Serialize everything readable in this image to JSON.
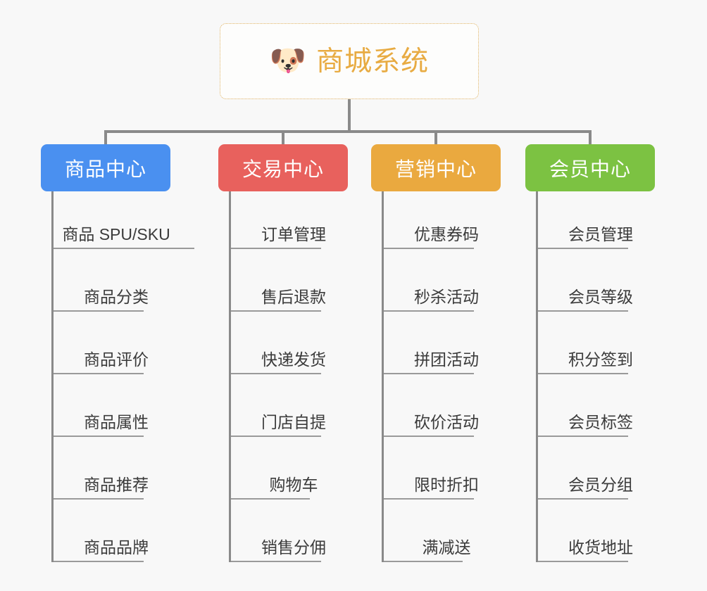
{
  "root": {
    "icon": "dog-face-icon",
    "icon_glyph": "🐶",
    "title": "商城系统",
    "title_color": "#e8ab42",
    "border_color": "#e0b465"
  },
  "columns": [
    {
      "id": "product-center",
      "label": "商品中心",
      "color": "#4a90f0",
      "items": [
        {
          "label": "商品 SPU/SKU",
          "width": "xl"
        },
        {
          "label": "商品分类",
          "width": "md"
        },
        {
          "label": "商品评价",
          "width": "md"
        },
        {
          "label": "商品属性",
          "width": "md"
        },
        {
          "label": "商品推荐",
          "width": "md"
        },
        {
          "label": "商品品牌",
          "width": "md"
        }
      ]
    },
    {
      "id": "trade-center",
      "label": "交易中心",
      "color": "#e8615d",
      "items": [
        {
          "label": "订单管理",
          "width": "md"
        },
        {
          "label": "售后退款",
          "width": "md"
        },
        {
          "label": "快递发货",
          "width": "md"
        },
        {
          "label": "门店自提",
          "width": "md"
        },
        {
          "label": "购物车",
          "width": "sm"
        },
        {
          "label": "销售分佣",
          "width": "md"
        }
      ]
    },
    {
      "id": "marketing-center",
      "label": "营销中心",
      "color": "#eaa93f",
      "items": [
        {
          "label": "优惠券码",
          "width": "md"
        },
        {
          "label": "秒杀活动",
          "width": "md"
        },
        {
          "label": "拼团活动",
          "width": "md"
        },
        {
          "label": "砍价活动",
          "width": "md"
        },
        {
          "label": "限时折扣",
          "width": "md"
        },
        {
          "label": "满减送",
          "width": "sm"
        }
      ]
    },
    {
      "id": "member-center",
      "label": "会员中心",
      "color": "#7cc242",
      "items": [
        {
          "label": "会员管理",
          "width": "md"
        },
        {
          "label": "会员等级",
          "width": "md"
        },
        {
          "label": "积分签到",
          "width": "md"
        },
        {
          "label": "会员标签",
          "width": "md"
        },
        {
          "label": "会员分组",
          "width": "md"
        },
        {
          "label": "收货地址",
          "width": "md"
        }
      ]
    }
  ],
  "layout": {
    "background": "#f8f8f8",
    "connector_color": "#8a8a8a",
    "underline_color": "#9a9a9a",
    "column_left": [
      58,
      310,
      527,
      746
    ]
  }
}
